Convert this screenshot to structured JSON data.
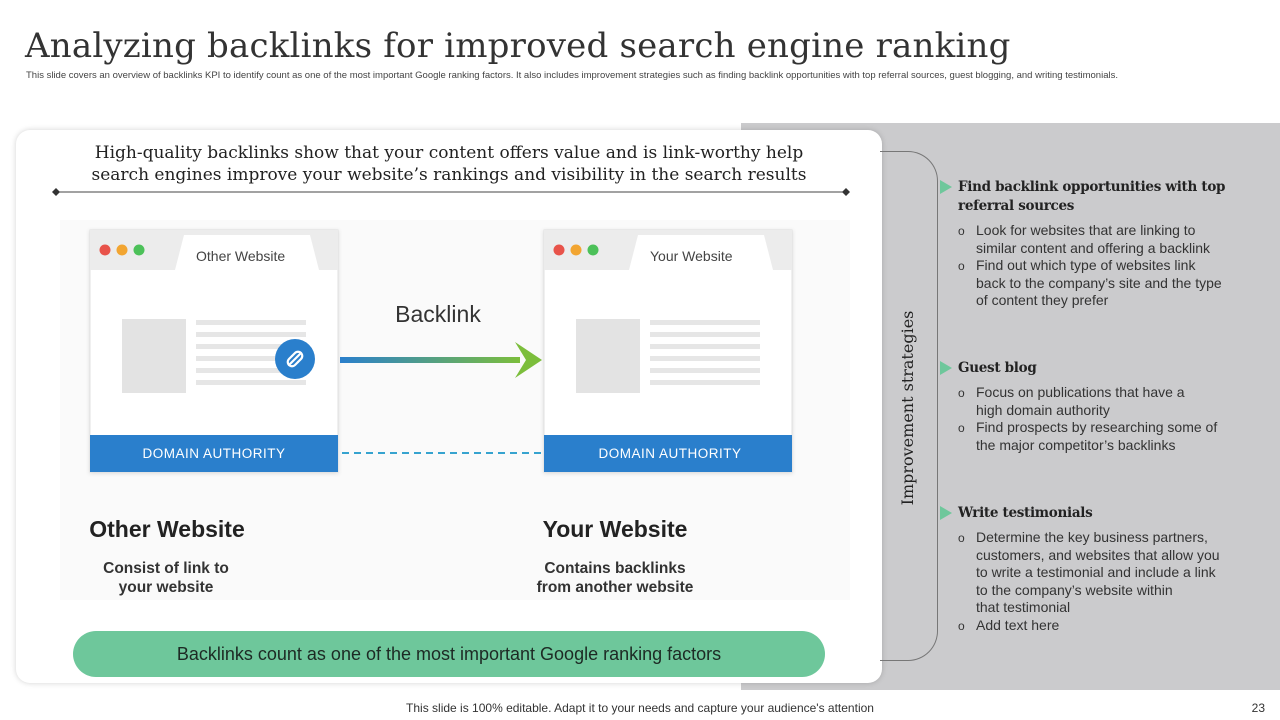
{
  "slide": {
    "title": "Analyzing backlinks for improved search engine ranking",
    "subtitle": "This slide covers an overview of backlinks KPI to identify count as one of the most important Google ranking factors. It also includes improvement strategies such as finding backlink opportunities with top referral sources, guest blogging, and writing testimonials.",
    "footer": "This slide is 100% editable. Adapt it to your needs and capture your audience's attention",
    "page_number": "23"
  },
  "intro": {
    "line1": "High-quality backlinks show that your content offers value and is link-worthy help",
    "line2": "search engines improve your website’s rankings and visibility in the search results"
  },
  "diagram": {
    "left_tab": "Other Website",
    "right_tab": "Your Website",
    "arrow_label": "Backlink",
    "domain_authority": "DOMAIN AUTHORITY",
    "left_heading": "Other Website",
    "right_heading": "Your Website",
    "left_desc": [
      "Consist of link to",
      "your website"
    ],
    "right_desc": [
      "Contains backlinks",
      "from another website"
    ],
    "dot_colors": [
      "#e8534a",
      "#f2a531",
      "#4cc159"
    ],
    "da_bar_color": "#2a7fcc",
    "link_icon_color": "#2a7fcc"
  },
  "banner": {
    "text": "Backlinks count as one of the most important Google ranking factors"
  },
  "strategies": {
    "label": "Improvement strategies",
    "accent_color": "#6ec79b",
    "items": [
      {
        "heading_lines": [
          "Find backlink opportunities with top",
          "referral sources"
        ],
        "bullets": [
          [
            "Look for websites that are linking to",
            "similar content and offering a backlink"
          ],
          [
            "Find out which type of websites link",
            "back to the company’s site and the type",
            "of content they prefer"
          ]
        ]
      },
      {
        "heading_lines": [
          "Guest blog"
        ],
        "bullets": [
          [
            "Focus on publications that have a",
            "high domain authority"
          ],
          [
            "Find prospects by researching some of",
            "the major competitor’s backlinks"
          ]
        ]
      },
      {
        "heading_lines": [
          "Write testimonials"
        ],
        "bullets": [
          [
            "Determine the key business partners,",
            "customers, and websites that allow you",
            "to write a testimonial and include a link",
            "to the company’s website within",
            "that testimonial"
          ],
          [
            "Add text here"
          ]
        ]
      }
    ]
  }
}
